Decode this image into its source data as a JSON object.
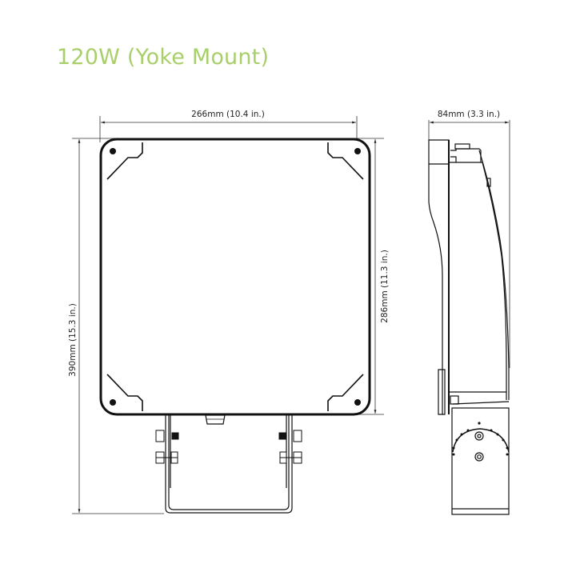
{
  "title": "120W (Yoke Mount)",
  "colors": {
    "title": "#a8cf6a",
    "line": "#1a1a1a",
    "dimension": "#333333"
  },
  "dimensions": {
    "width": "266mm (10.4 in.)",
    "depth": "84mm (3.3 in.)",
    "total_height": "390mm (15.3 in.)",
    "body_height": "286mm (11.3 in.)"
  },
  "views": {
    "front": "front-view",
    "side": "side-view"
  }
}
